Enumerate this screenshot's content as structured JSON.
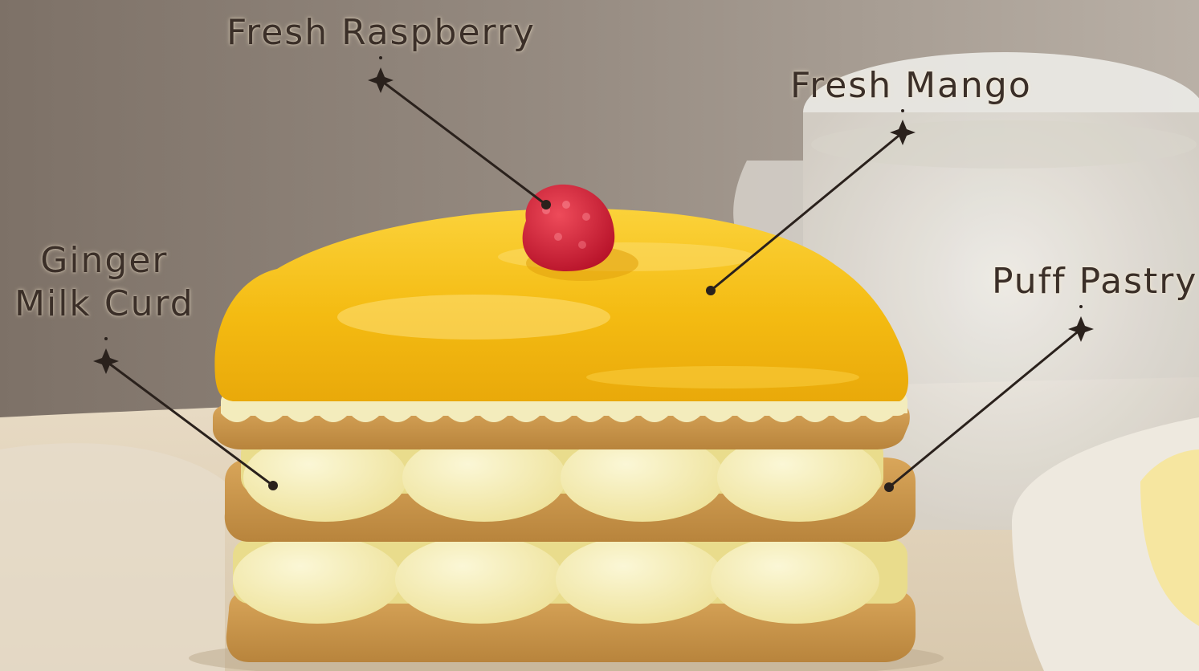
{
  "labels": {
    "raspberry": "Fresh Raspberry",
    "mango": "Fresh Mango",
    "ginger_line1": "Ginger",
    "ginger_line2": "Milk Curd",
    "pastry": "Puff Pastry"
  },
  "colors": {
    "label_text": "#3b2f28",
    "leader_line": "#2a211c",
    "mango_glaze": "#f6c315",
    "cream": "#f4eeb4",
    "pastry": "#c99546",
    "raspberry": "#d9263a",
    "background_wall": "#8f857a",
    "table": "#efe4d0"
  }
}
